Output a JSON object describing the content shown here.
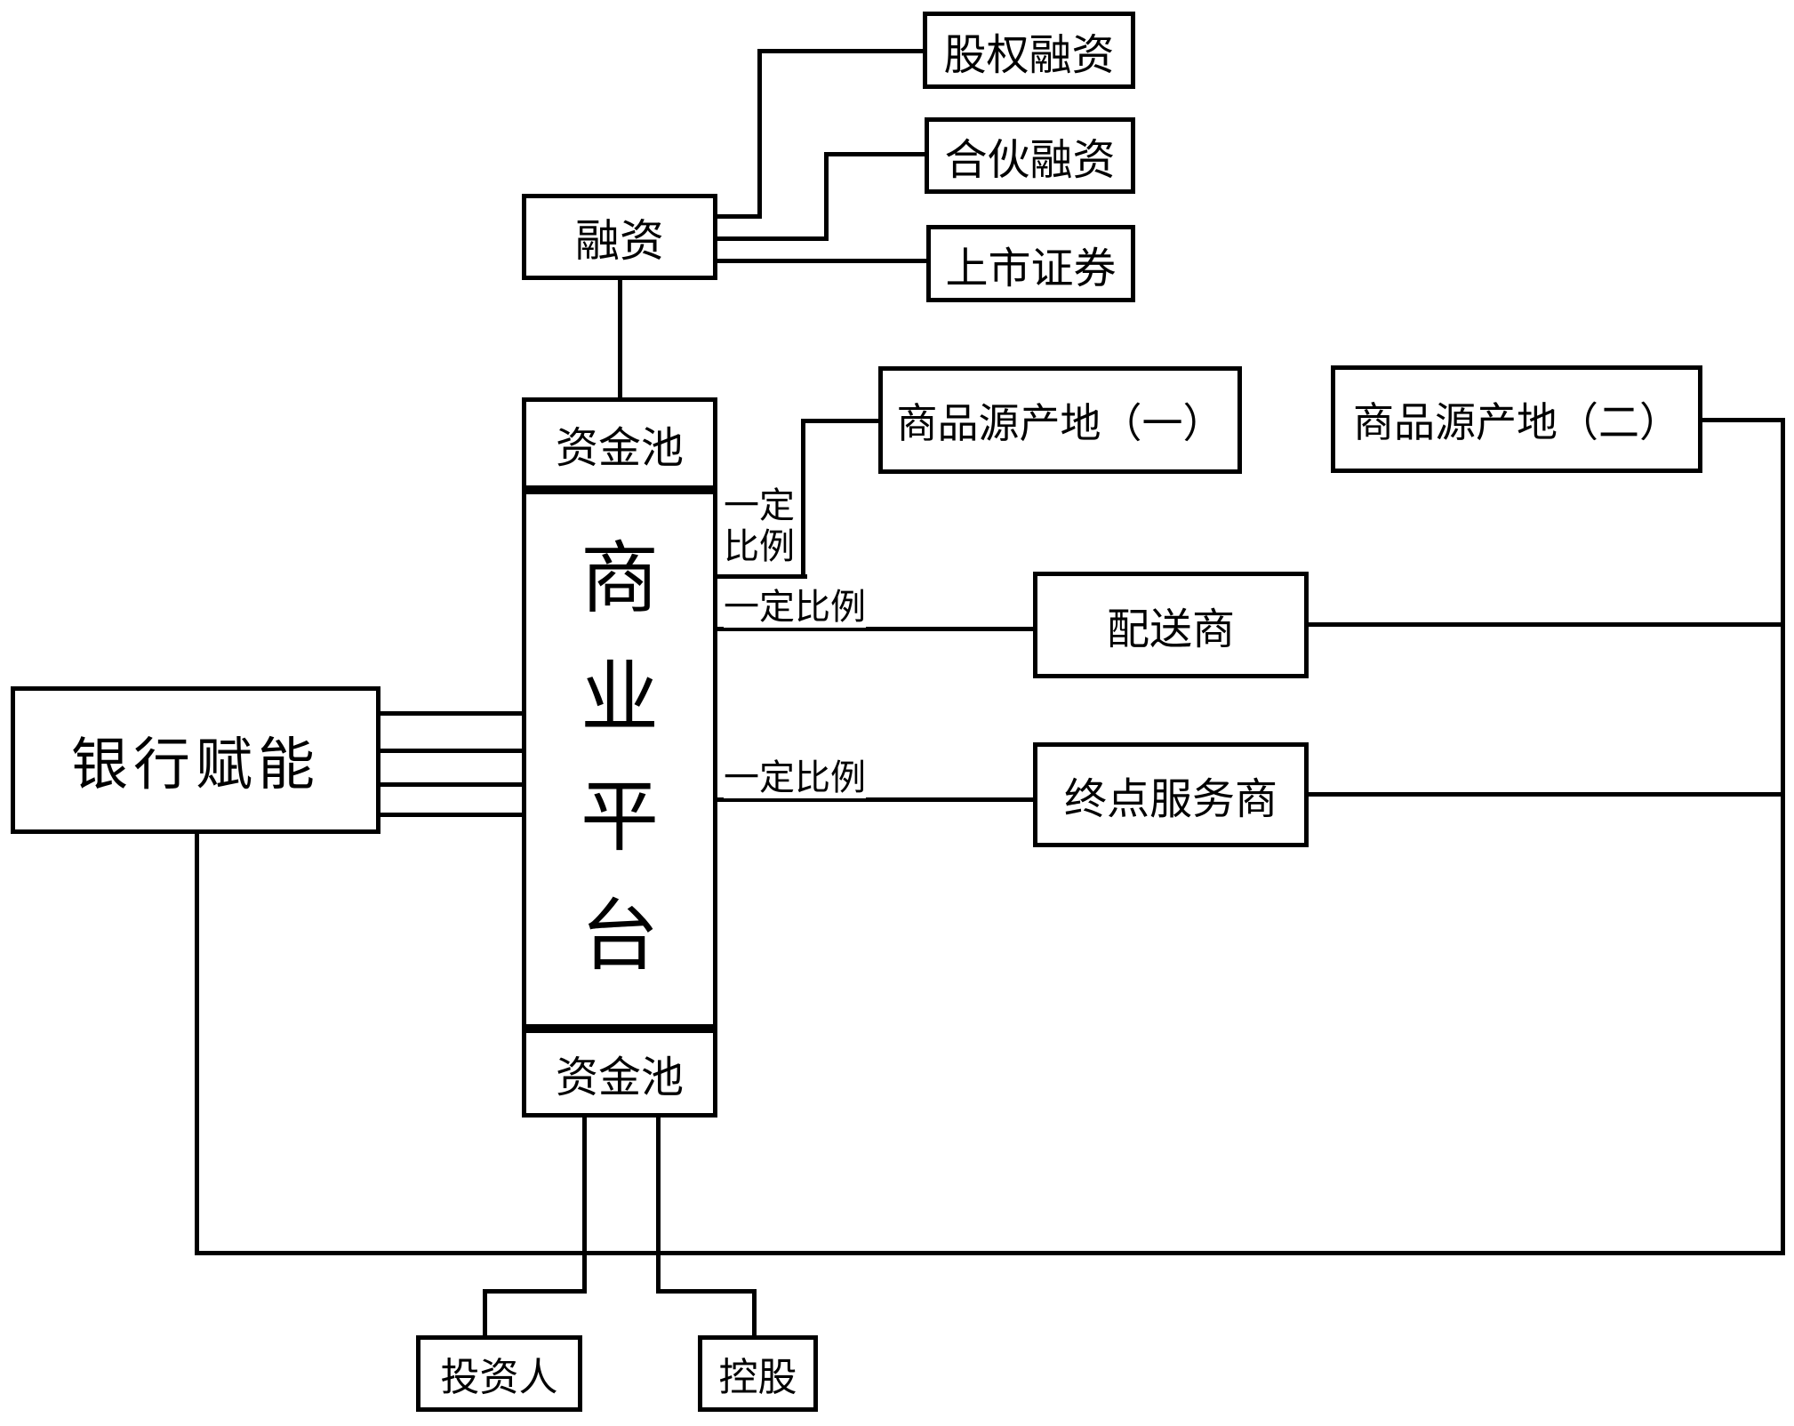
{
  "diagram": {
    "background_color": "#ffffff",
    "line_color": "#000000",
    "nodes": {
      "financing": {
        "label": "融资"
      },
      "equity_financing": {
        "label": "股权融资"
      },
      "partnership_financing": {
        "label": "合伙融资"
      },
      "listed_securities": {
        "label": "上市证券"
      },
      "capital_pool_top": {
        "label": "资金池"
      },
      "business_platform": {
        "label": "商业平台",
        "chars": [
          "商",
          "业",
          "平",
          "台"
        ]
      },
      "capital_pool_bottom": {
        "label": "资金池"
      },
      "bank_empowerment": {
        "label": "银行赋能"
      },
      "commodity_origin_one": {
        "label": "商品源产地（一）"
      },
      "commodity_origin_two": {
        "label": "商品源产地（二）"
      },
      "distributor": {
        "label": "配送商"
      },
      "terminal_service_provider": {
        "label": "终点服务商"
      },
      "investor": {
        "label": "投资人"
      },
      "holding": {
        "label": "控股"
      }
    },
    "edge_labels": {
      "ratio_to_origin_line1": "一定",
      "ratio_to_origin_line2": "比例",
      "ratio_to_distributor": "一定比例",
      "ratio_to_terminal": "一定比例"
    }
  }
}
